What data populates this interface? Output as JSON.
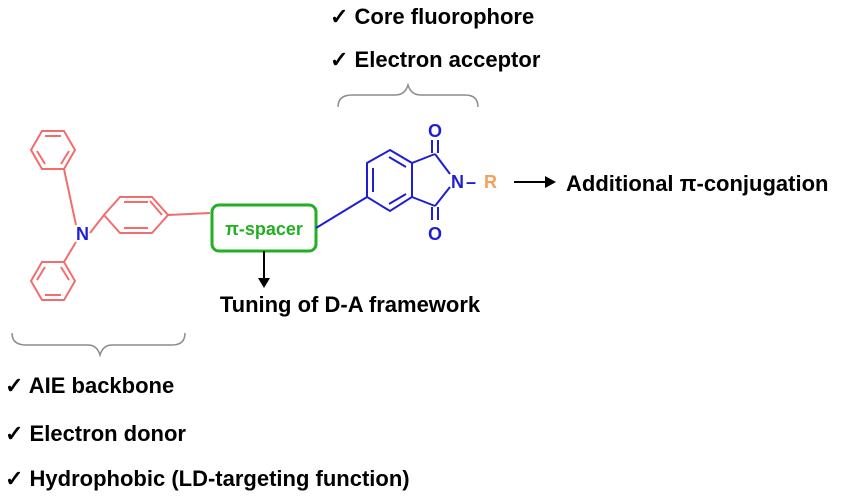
{
  "acceptor_features": [
    "✓ Core fluorophore",
    "✓ Electron acceptor"
  ],
  "donor_features": [
    "✓ AIE backbone",
    "✓ Electron donor",
    "✓ Hydrophobic (LD-targeting function)"
  ],
  "spacer_label": "π-spacer",
  "spacer_note": "Tuning of D-A framework",
  "substituent_note": "Additional π-conjugation",
  "atoms": {
    "donor_n": "N",
    "imide_n": "N",
    "carbonyl_o_top": "O",
    "carbonyl_o_bottom": "O",
    "r_group": "R",
    "bond_dash": "–"
  },
  "colors": {
    "donor": "#f26d6d",
    "acceptor": "#1f1fd1",
    "spacer": "#22b022",
    "r_group": "#f5a05a",
    "text": "#000000",
    "brace": "#8c8c8c"
  }
}
